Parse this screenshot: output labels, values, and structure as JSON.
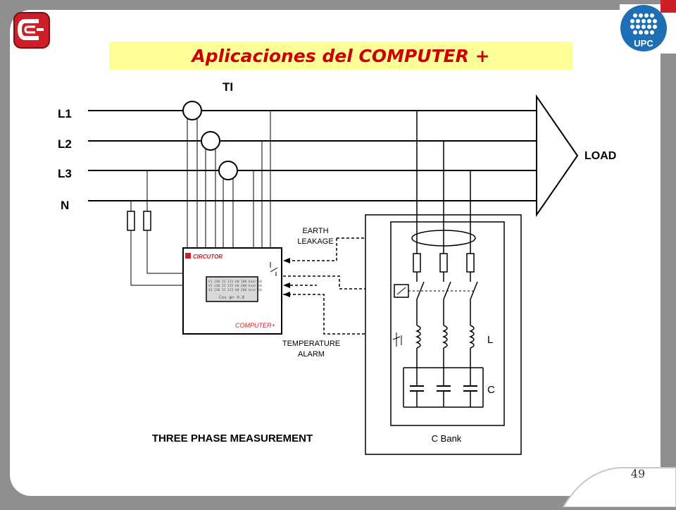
{
  "slide": {
    "title": "Aplicaciones del COMPUTER +",
    "page_number": "49",
    "logo_left_name": "circutor-logo",
    "logo_right_text": "UPC"
  },
  "diagram": {
    "ti_label": "TI",
    "line_labels": [
      "L1",
      "L2",
      "L3",
      "N"
    ],
    "load_label": "LOAD",
    "earth_leakage": [
      "EARTH",
      "LEAKAGE"
    ],
    "temperature_alarm": [
      "TEMPERATURE",
      "ALARM"
    ],
    "device": {
      "brand": "CIRCUTOR",
      "model": "COMPUTER+",
      "screen_lines": [
        "V1 230 I1 115 kW 100 kvar 10",
        "V2 230 I2 115 kW 200 kvar 10",
        "V3 230 I3 115 kW 200 kvar 10"
      ],
      "screen_cos": "Cos φ= 0.8"
    },
    "inductor_label": "L",
    "capacitor_label": "C",
    "bank_label": "C Bank",
    "measurement_caption": "THREE PHASE MEASUREMENT"
  },
  "colors": {
    "title_text": "#cc0000",
    "title_bg": "#ffff99",
    "logo_red": "#cc1f2a",
    "upc_blue": "#1f6fb5"
  }
}
